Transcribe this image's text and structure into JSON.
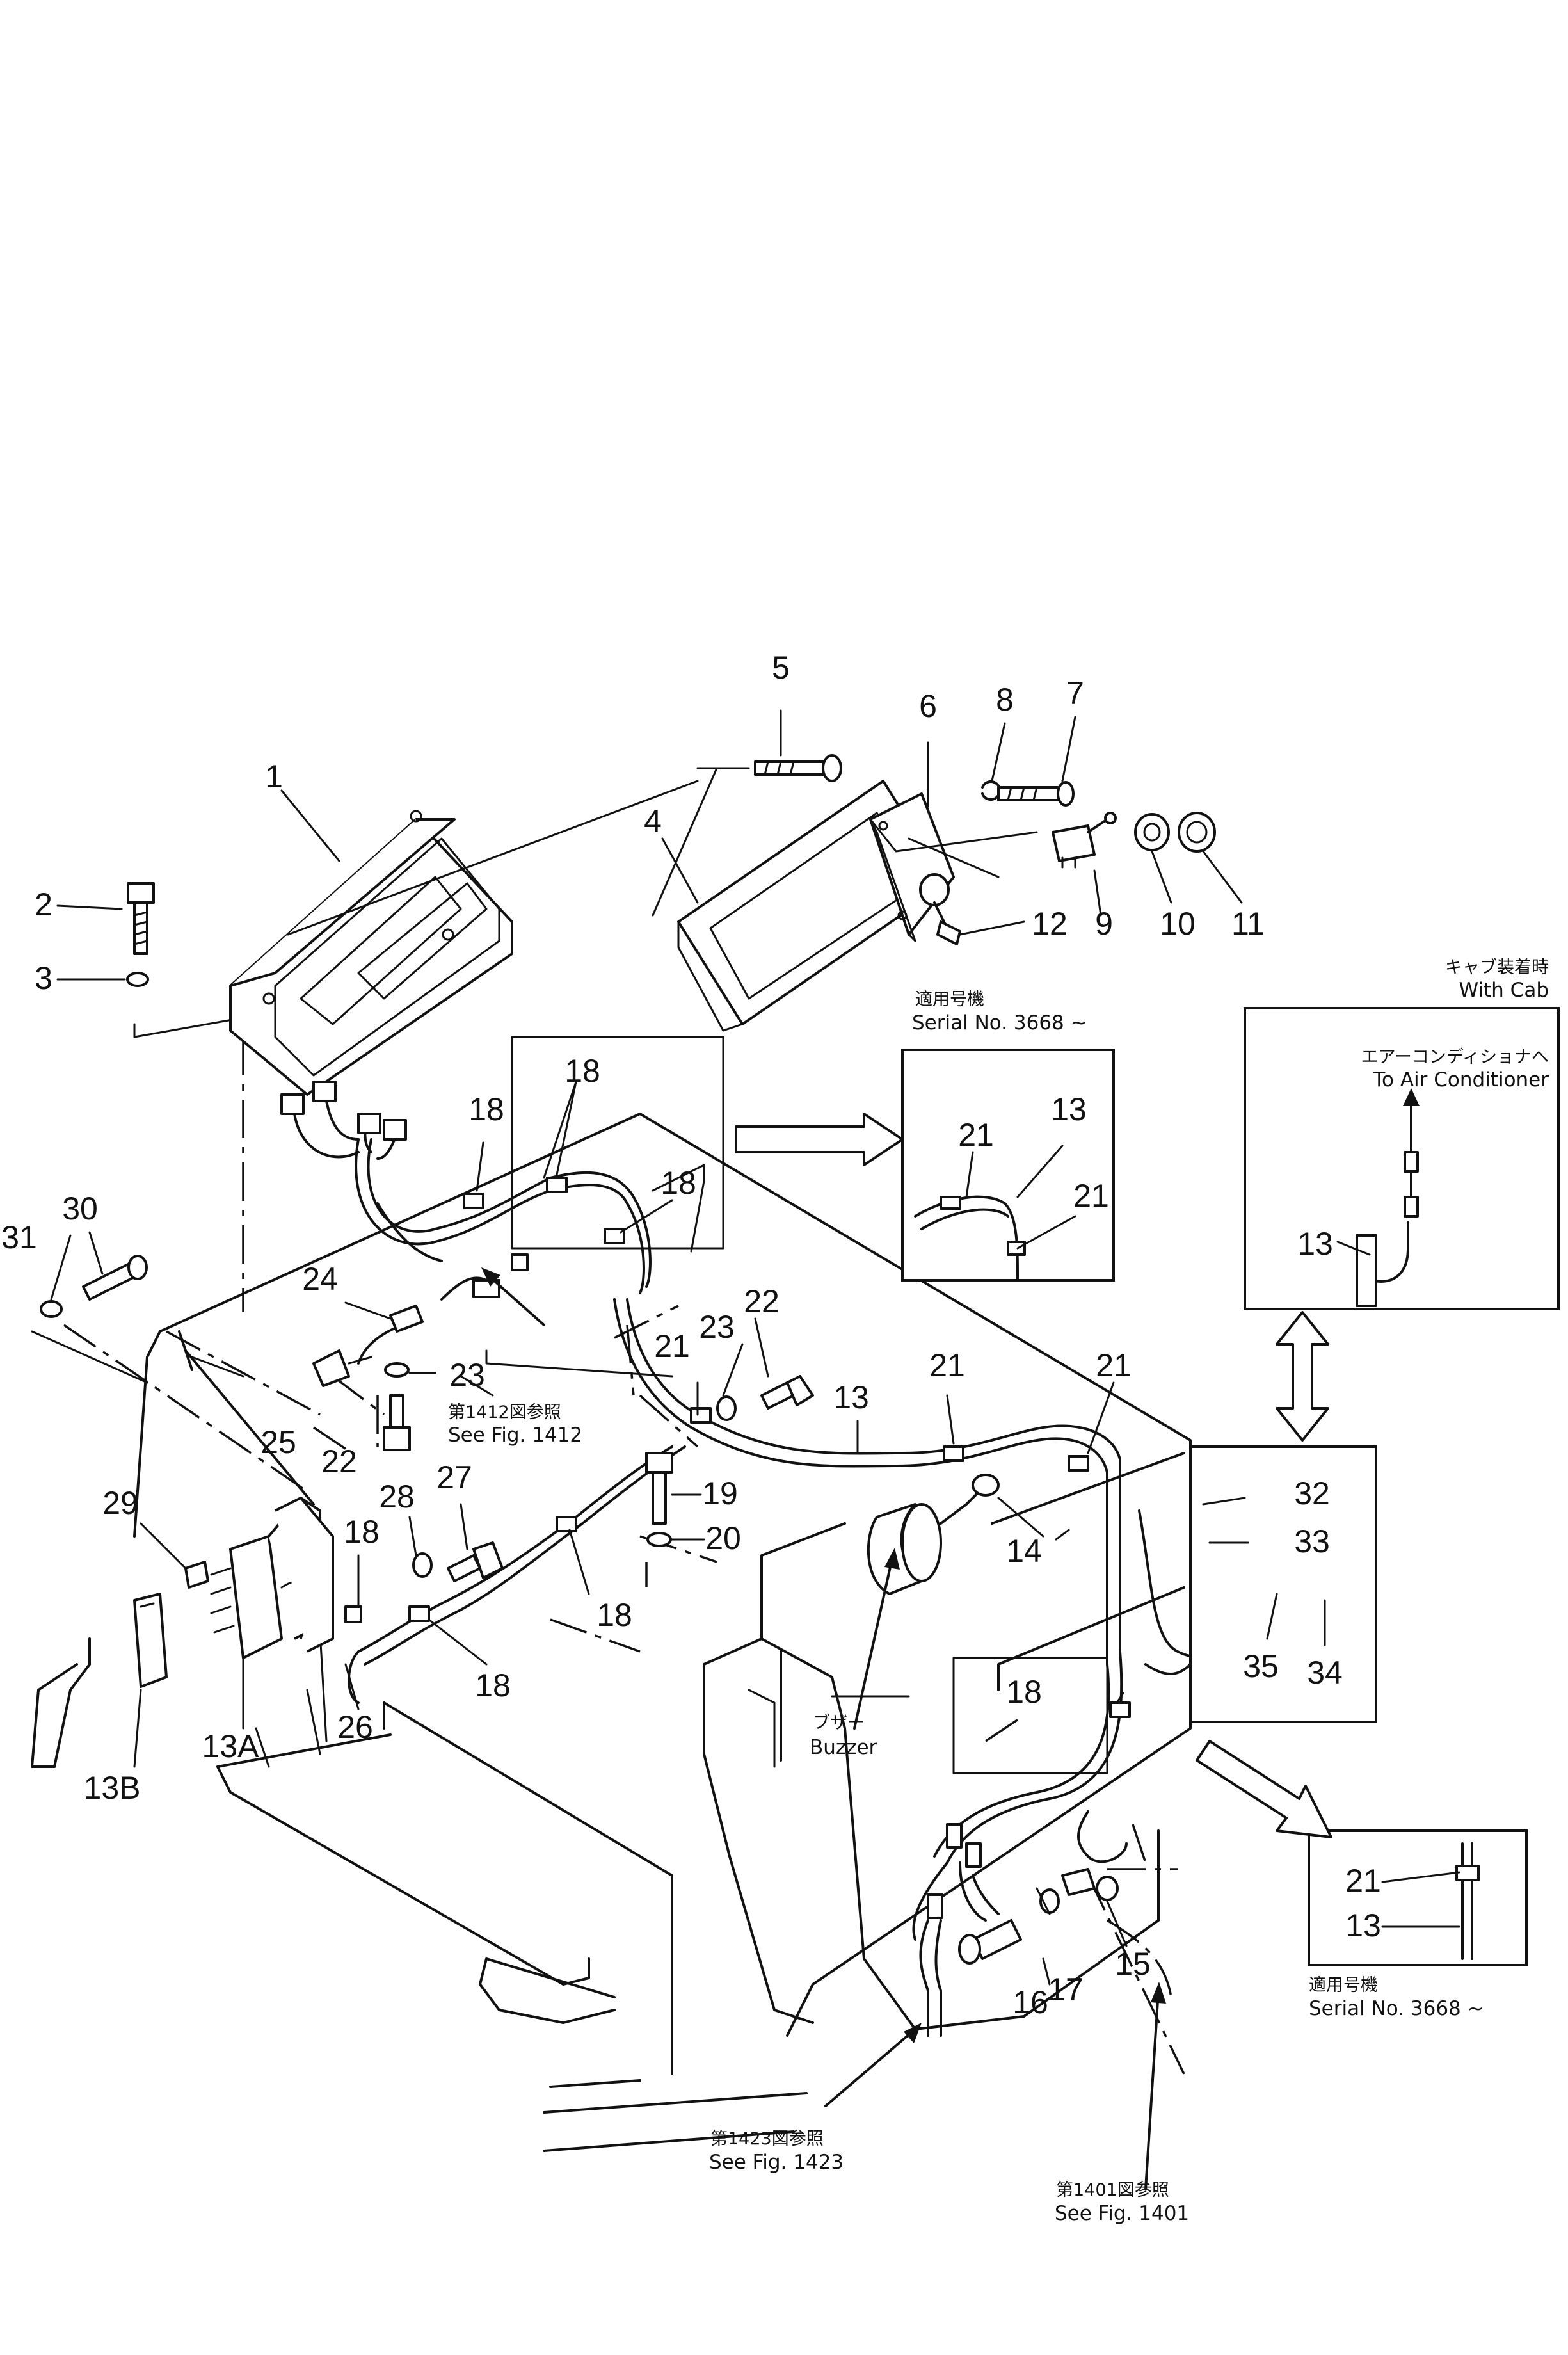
{
  "callouts": {
    "c1": "1",
    "c2": "2",
    "c3": "3",
    "c4": "4",
    "c5": "5",
    "c6": "6",
    "c7": "7",
    "c8": "8",
    "c9": "9",
    "c10": "10",
    "c11": "11",
    "c12": "12",
    "c13_main": "13",
    "c13_inset_top": "13",
    "c13_cab": "13",
    "c13_inset_bottom": "13",
    "c13a": "13A",
    "c13b": "13B",
    "c14": "14",
    "c15": "15",
    "c16": "16",
    "c17": "17",
    "c18_a": "18",
    "c18_b": "18",
    "c18_c": "18",
    "c18_d": "18",
    "c18_e": "18",
    "c18_f": "18",
    "c18_g": "18",
    "c19": "19",
    "c20": "20",
    "c21_a": "21",
    "c21_b": "21",
    "c21_c": "21",
    "c21_inset_a": "21",
    "c21_inset_b": "21",
    "c21_inset_bottom": "21",
    "c22_a": "22",
    "c22_b": "22",
    "c23_a": "23",
    "c23_b": "23",
    "c24": "24",
    "c25": "25",
    "c26": "26",
    "c27": "27",
    "c28": "28",
    "c29": "29",
    "c30": "30",
    "c31": "31",
    "c32": "32",
    "c33": "33",
    "c34": "34",
    "c35": "35"
  },
  "notes": {
    "serial_top_jp": "適用号機",
    "serial_top_en": "Serial No. 3668 ~",
    "with_cab_jp": "キャブ装着時",
    "with_cab_en": "With Cab",
    "air_cond_jp": "エアーコンディショナへ",
    "air_cond_en": "To Air Conditioner",
    "fig1412_jp": "第1412図参照",
    "fig1412_en": "See Fig. 1412",
    "buzzer_jp": "ブザー",
    "buzzer_en": "Buzzer",
    "fig1423_jp": "第1423図参照",
    "fig1423_en": "See Fig. 1423",
    "fig1401_jp": "第1401図参照",
    "fig1401_en": "See Fig. 1401",
    "serial_bottom_jp": "適用号機",
    "serial_bottom_en": "Serial No. 3668 ~"
  }
}
